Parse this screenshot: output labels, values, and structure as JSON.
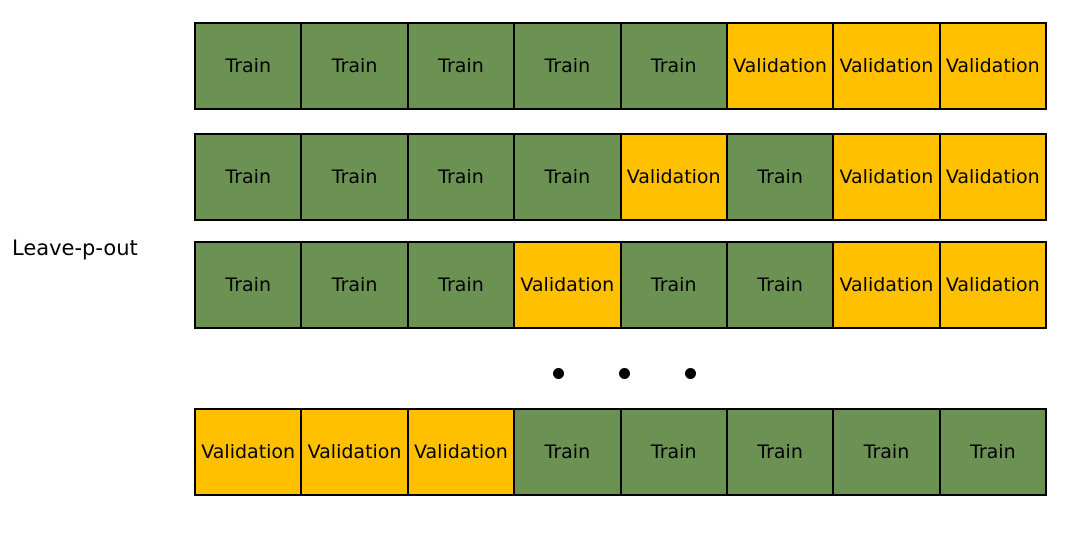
{
  "diagram": {
    "title": "Leave-p-out",
    "colors": {
      "train": "#6B9153",
      "validation": "#FFC000",
      "border": "#000000",
      "background": "#FFFFFF"
    },
    "labels": {
      "train": "Train",
      "validation": "Validation"
    },
    "column_count": 8,
    "rows": [
      {
        "index": 1,
        "cells": [
          {
            "kind": "train",
            "label": "Train"
          },
          {
            "kind": "train",
            "label": "Train"
          },
          {
            "kind": "train",
            "label": "Train"
          },
          {
            "kind": "train",
            "label": "Train"
          },
          {
            "kind": "train",
            "label": "Train"
          },
          {
            "kind": "validation",
            "label": "Validation"
          },
          {
            "kind": "validation",
            "label": "Validation"
          },
          {
            "kind": "validation",
            "label": "Validation"
          }
        ]
      },
      {
        "index": 2,
        "cells": [
          {
            "kind": "train",
            "label": "Train"
          },
          {
            "kind": "train",
            "label": "Train"
          },
          {
            "kind": "train",
            "label": "Train"
          },
          {
            "kind": "train",
            "label": "Train"
          },
          {
            "kind": "validation",
            "label": "Validation"
          },
          {
            "kind": "train",
            "label": "Train"
          },
          {
            "kind": "validation",
            "label": "Validation"
          },
          {
            "kind": "validation",
            "label": "Validation"
          }
        ]
      },
      {
        "index": 3,
        "cells": [
          {
            "kind": "train",
            "label": "Train"
          },
          {
            "kind": "train",
            "label": "Train"
          },
          {
            "kind": "train",
            "label": "Train"
          },
          {
            "kind": "validation",
            "label": "Validation"
          },
          {
            "kind": "train",
            "label": "Train"
          },
          {
            "kind": "train",
            "label": "Train"
          },
          {
            "kind": "validation",
            "label": "Validation"
          },
          {
            "kind": "validation",
            "label": "Validation"
          }
        ]
      },
      {
        "index": 4,
        "cells": [
          {
            "kind": "validation",
            "label": "Validation"
          },
          {
            "kind": "validation",
            "label": "Validation"
          },
          {
            "kind": "validation",
            "label": "Validation"
          },
          {
            "kind": "train",
            "label": "Train"
          },
          {
            "kind": "train",
            "label": "Train"
          },
          {
            "kind": "train",
            "label": "Train"
          },
          {
            "kind": "train",
            "label": "Train"
          },
          {
            "kind": "train",
            "label": "Train"
          }
        ]
      }
    ],
    "ellipsis": {
      "dot_count": 3,
      "meaning": "more folds omitted"
    }
  }
}
